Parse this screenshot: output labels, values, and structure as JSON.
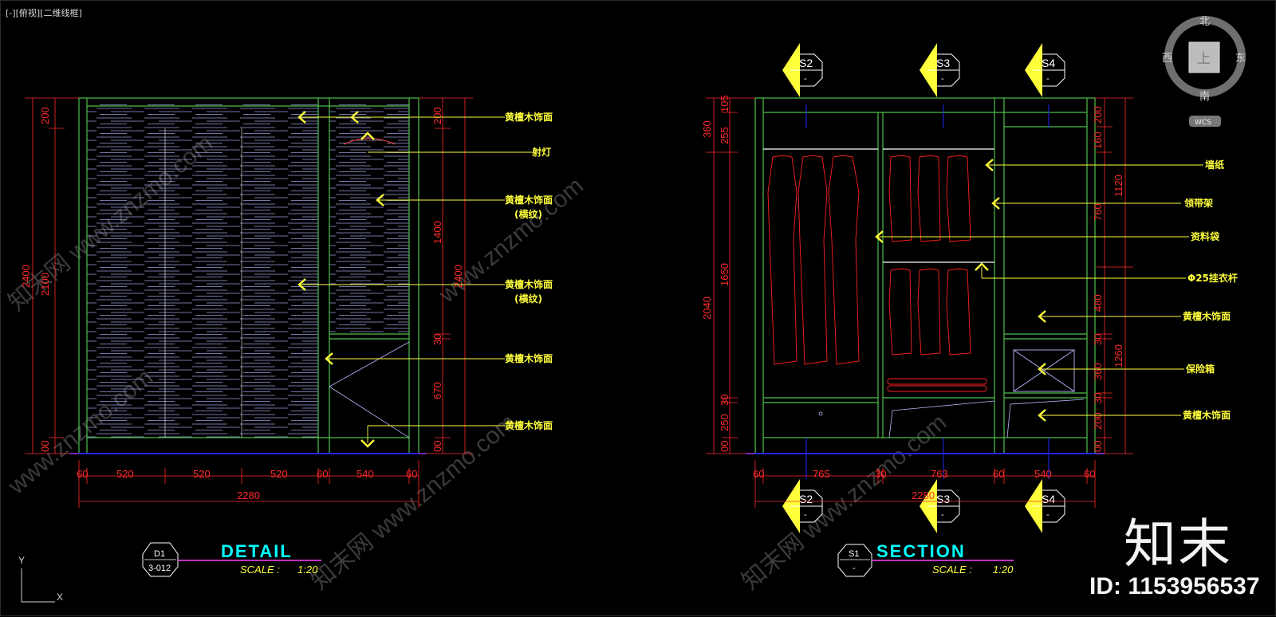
{
  "viewport": {
    "controls": [
      "[-]",
      "[俯视]",
      "[二维线框]"
    ]
  },
  "colors": {
    "background": "#000000",
    "structure": "#4ec04e",
    "dimension": "#ff2a2a",
    "leader": "#ffff3c",
    "label": "#ffff3c",
    "texture": "#b8b8ff",
    "clothes": "#ff2020",
    "title": "#00ffff",
    "floor": "#2323ff",
    "wardrobe_fill": "#000000"
  },
  "navcube": {
    "top_face": "上",
    "north": "北",
    "south": "南",
    "east": "东",
    "west": "西",
    "wcs": "WCS"
  },
  "ucs": {
    "y": "Y",
    "x": "X"
  },
  "detail": {
    "title": "DETAIL",
    "scale_label": "SCALE :",
    "scale_value": "1:20",
    "tag_top": "D1",
    "tag_bottom": "3-012",
    "left_dims": [
      "200",
      "2100",
      "2400",
      "00"
    ],
    "right_dims": [
      "200",
      "1400",
      "30",
      "670",
      "00",
      "2400"
    ],
    "bottom_dims": [
      "60",
      "520",
      "520",
      "520",
      "60",
      "540",
      "60"
    ],
    "total_width": "2280",
    "labels": [
      {
        "line1": "黄檀木饰面",
        "line2": ""
      },
      {
        "line1": "射灯",
        "line2": ""
      },
      {
        "line1": "黄檀木饰面",
        "line2": "(横纹)"
      },
      {
        "line1": "黄檀木饰面",
        "line2": "(横纹)"
      },
      {
        "line1": "黄檀木饰面",
        "line2": ""
      },
      {
        "line1": "黄檀木饰面",
        "line2": ""
      }
    ]
  },
  "section": {
    "title": "SECTION",
    "scale_label": "SCALE :",
    "scale_value": "1:20",
    "tag_top": "S1",
    "tag_bottom": "-",
    "markers_top": [
      "S2",
      "S3",
      "S4"
    ],
    "markers_bottom": [
      "S2",
      "S3",
      "S4"
    ],
    "marker_sub": "-",
    "left_dims": [
      "105",
      "255",
      "360",
      "1650",
      "2040",
      "250",
      "30",
      "00"
    ],
    "right_dims": [
      "200",
      "160",
      "760",
      "1120",
      "480",
      "30",
      "360",
      "1260",
      "30",
      "200",
      "00"
    ],
    "bottom_dims": [
      "60",
      "765",
      "30",
      "763",
      "60",
      "540",
      "60"
    ],
    "total_width": "2280",
    "labels": [
      {
        "line1": "墙纸"
      },
      {
        "line1": "领带架"
      },
      {
        "line1": "资料袋"
      },
      {
        "line1": "Φ25挂衣杆"
      },
      {
        "line1": "黄檀木饰面"
      },
      {
        "line1": "保险箱"
      },
      {
        "line1": "黄檀木饰面"
      }
    ]
  },
  "watermark": {
    "logo": "知末",
    "id": "ID: 1153956537",
    "diagonal": [
      "知末网 www.znzmo.com",
      "www.znzmo.com",
      "知末网 www.znzmo.com",
      "www.znzmo.com",
      "知末网 www.znzmo.com"
    ]
  }
}
